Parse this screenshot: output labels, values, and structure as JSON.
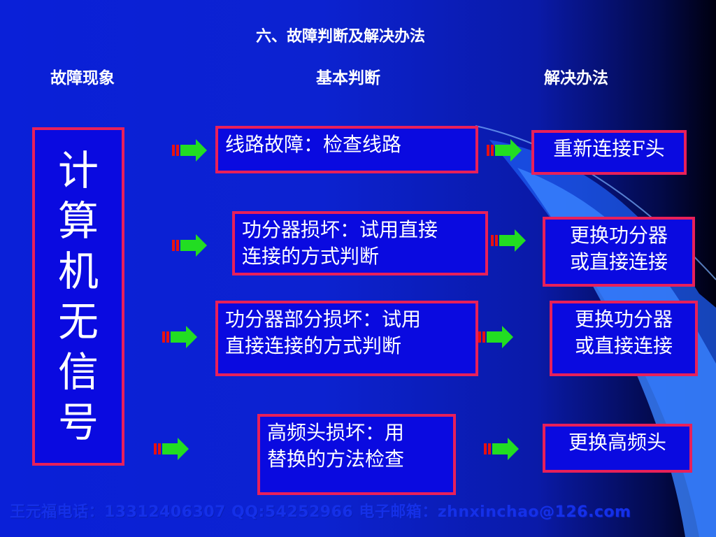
{
  "slide": {
    "title": "六、故障判断及解决办法",
    "headers": {
      "symptom": "故障现象",
      "judgment": "基本判断",
      "solution": "解决办法"
    },
    "symptom_chars": [
      "计",
      "算",
      "机",
      "无",
      "信",
      "号"
    ],
    "rows": [
      {
        "judgment_line1": "线路故障：检查线路",
        "judgment_line2": "",
        "solution_line1": "重新连接F头",
        "solution_line2": ""
      },
      {
        "judgment_line1": "功分器损坏：试用直接",
        "judgment_line2": "连接的方式判断",
        "solution_line1": "更换功分器",
        "solution_line2": "或直接连接"
      },
      {
        "judgment_line1": "功分器部分损坏：试用",
        "judgment_line2": "直接连接的方式判断",
        "solution_line1": "更换功分器",
        "solution_line2": "或直接连接"
      },
      {
        "judgment_line1": "高频头损坏：用",
        "judgment_line2": "替换的方法检查",
        "solution_line1": "更换高频头",
        "solution_line2": ""
      }
    ],
    "footer": "王元福电话：13312406307 QQ:54252966 电子邮箱：zhnxinchao@126.com",
    "colors": {
      "background": "#0c22d0",
      "box_fill": "#0a0ae0",
      "box_border": "#e8205a",
      "arrow_green": "#22dd22",
      "arrow_red": "#e81010",
      "text": "#ffffff"
    }
  }
}
